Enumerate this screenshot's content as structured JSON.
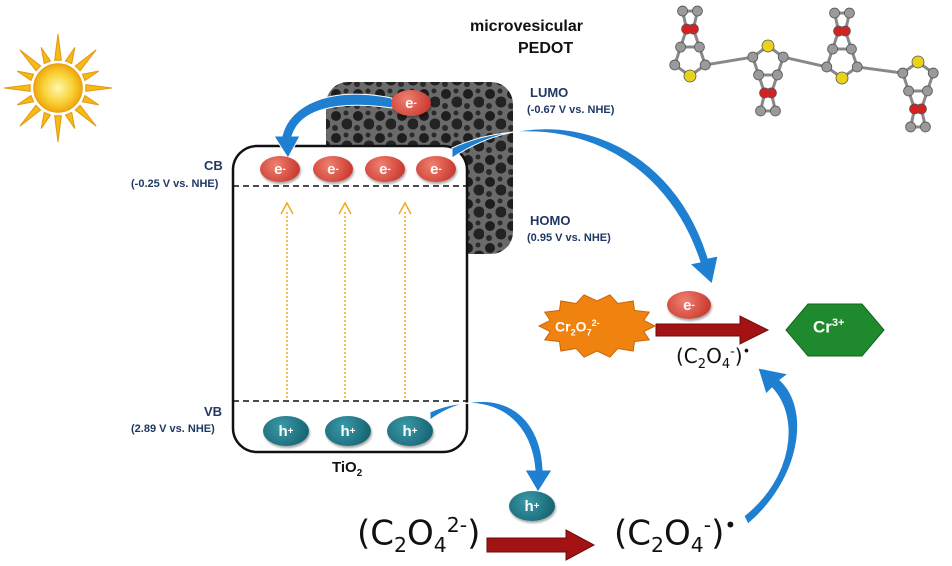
{
  "title": "microvesicular\nPEDOT",
  "title_line1": "microvesicular",
  "title_line2": "PEDOT",
  "lumo": {
    "label": "LUMO",
    "potential": "(-0.67 V vs. NHE)"
  },
  "homo": {
    "label": "HOMO",
    "potential": "(0.95 V vs. NHE)"
  },
  "cb": {
    "label": "CB",
    "potential": "(-0.25 V vs. NHE)"
  },
  "vb": {
    "label": "VB",
    "potential": "(2.89 V vs. NHE)"
  },
  "semiconductor": {
    "base": "TiO",
    "sub": "2"
  },
  "electron": {
    "base": "e",
    "sup": "-"
  },
  "hole": {
    "base": "h",
    "sup": "+"
  },
  "dichromate": {
    "a": "Cr",
    "b": "2",
    "c": "O",
    "d": "7",
    "e": "2-"
  },
  "chromium3": {
    "base": "Cr",
    "sup": "3+"
  },
  "radical_small": {
    "open": "(C",
    "s1": "2",
    "mid": "O",
    "s2": "4",
    "chg": "-",
    "close": ")",
    "dot": "•"
  },
  "oxalate": {
    "open": "(C",
    "s1": "2",
    "mid": "O",
    "s2": "4",
    "chg": "2-",
    "close": ")"
  },
  "radical_big": {
    "open": "(C",
    "s1": "2",
    "mid": "O",
    "s2": "4",
    "chg": "-",
    "close": ")",
    "dot": "•"
  },
  "colors": {
    "navy": "#1f3864",
    "electron_red": "#d63a2e",
    "hole_teal": "#1a6f80",
    "blue_arrow": "#1f7fd0",
    "dark_red_arrow": "#a31313",
    "dichromate_orange": "#f0820f",
    "chromium_green": "#1e8a2d",
    "sun_yellow": "#f8c218"
  }
}
